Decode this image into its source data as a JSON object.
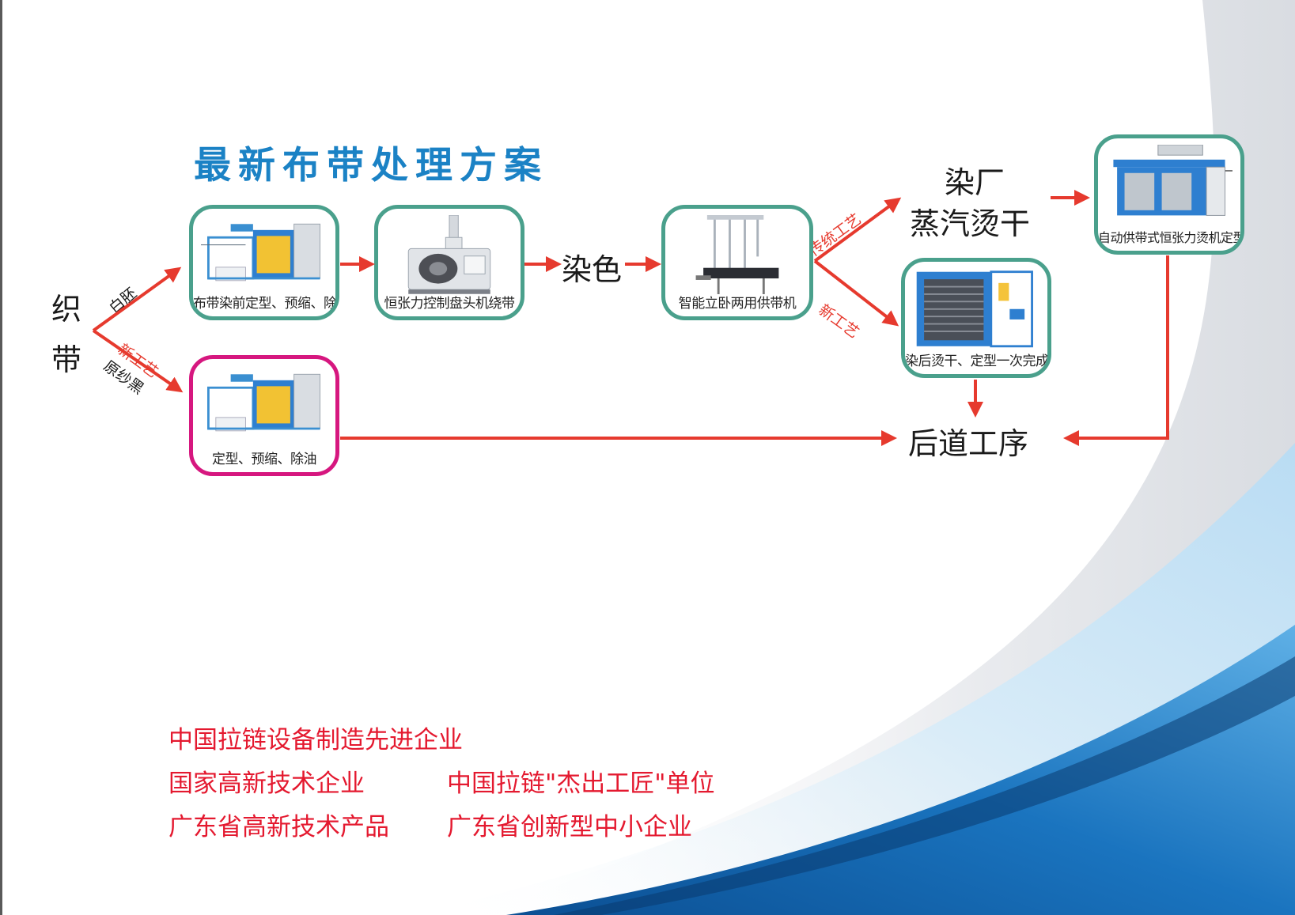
{
  "title": "最新布带处理方案",
  "source_label": [
    "织",
    "带"
  ],
  "branch_labels": {
    "white": "白胚",
    "new_process": "新工艺",
    "raw_black": "原纱黑",
    "traditional": "传统工艺",
    "new_process_2": "新工艺"
  },
  "steps": {
    "pretreat": "布带染前定型、预缩、除油",
    "winding": "恒张力控制盘头机绕带",
    "dyeing": "染色",
    "feeder": "智能立卧两用供带机",
    "steam_line1": "染厂",
    "steam_line2": "蒸汽烫干",
    "auto_iron": "自动供带式恒张力烫机定型",
    "dry_set": "染后烫干、定型一次完成",
    "raw_set": "定型、预缩、除油",
    "final": "后道工序"
  },
  "honors": [
    "中国拉链设备制造先进企业",
    "国家高新技术企业",
    "中国拉链\"杰出工匠\"单位",
    "广东省高新技术产品",
    "广东省创新型中小企业"
  ],
  "colors": {
    "title": "#1b82c5",
    "arrow": "#e63a2e",
    "card_border": "#4aa08c",
    "card_border_alt": "#d6177f",
    "honor_text": "#e4192f",
    "wave_blue": "#1a6fb5"
  }
}
